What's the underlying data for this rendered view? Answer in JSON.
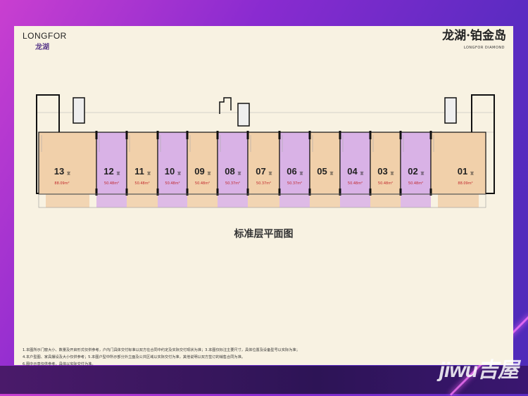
{
  "brand": {
    "logo_en": "LONGFOR",
    "logo_cn": "龙湖"
  },
  "project": {
    "title": "龙湖·铂金岛",
    "subtitle": "LONGFOR DIAMOND"
  },
  "plan": {
    "title": "标准层平面图",
    "unit_suffix": "室",
    "colors": {
      "purple": "#d9b2e6",
      "tan": "#f1d0aa",
      "wall": "#111111",
      "area_text": "#c0292e"
    },
    "units": [
      {
        "no": "13",
        "area": "88.09m²",
        "color": "tan"
      },
      {
        "no": "12",
        "area": "50.48m²",
        "color": "purple"
      },
      {
        "no": "11",
        "area": "50.48m²",
        "color": "tan"
      },
      {
        "no": "10",
        "area": "50.48m²",
        "color": "purple"
      },
      {
        "no": "09",
        "area": "50.48m²",
        "color": "tan"
      },
      {
        "no": "08",
        "area": "50.37m²",
        "color": "purple"
      },
      {
        "no": "07",
        "area": "50.37m²",
        "color": "tan"
      },
      {
        "no": "06",
        "area": "50.37m²",
        "color": "purple"
      },
      {
        "no": "05",
        "area": "",
        "color": "tan"
      },
      {
        "no": "04",
        "area": "50.48m²",
        "color": "purple"
      },
      {
        "no": "03",
        "area": "50.48m²",
        "color": "tan"
      },
      {
        "no": "02",
        "area": "50.48m²",
        "color": "purple"
      },
      {
        "no": "01",
        "area": "88.09m²",
        "color": "tan"
      }
    ]
  },
  "notes": [
    "1.本图所示门窗大小、数量及开启形式仅供参考，户内门具体交付标准以双方在合同中约定及实际交付现状为准；3.本图仅标注主要尺寸，具体位置及设备型号以实际为准；",
    "4.本户型图、家具摆设及大小仅供参考；5.本图户型中所示部分外立面及公共区域以实际交付为准，其他说明以双方签订的销售合同为准。",
    "6.图中示意仅供参考，具体以实际交付为准。"
  ],
  "watermark": "jiwu吉屋"
}
